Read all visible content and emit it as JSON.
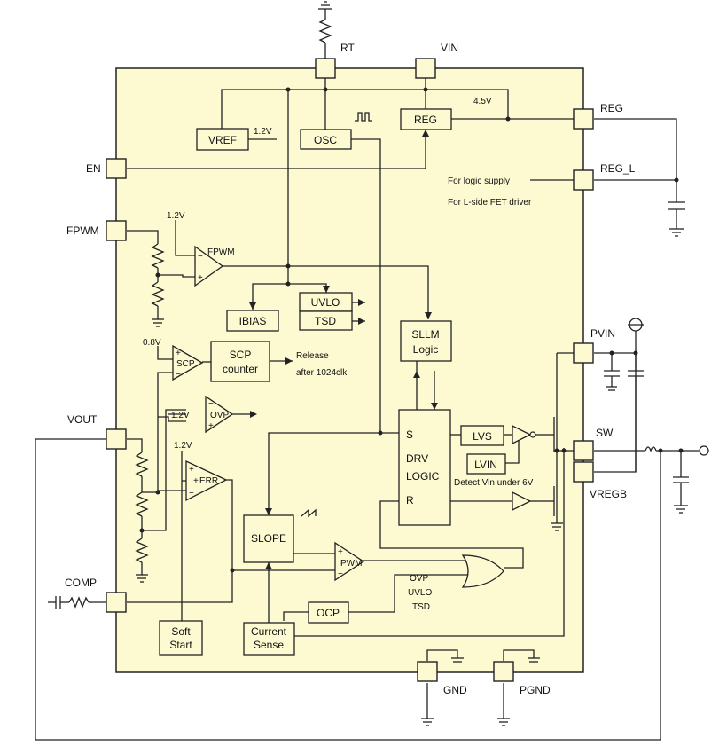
{
  "pins": {
    "rt": "RT",
    "vin": "VIN",
    "reg": "REG",
    "reg_l": "REG_L",
    "en": "EN",
    "fpwm": "FPWM",
    "pvin": "PVIN",
    "vout": "VOUT",
    "sw": "SW",
    "vregb": "VREGB",
    "comp": "COMP",
    "gnd": "GND",
    "pgnd": "PGND"
  },
  "blocks": {
    "vref": "VREF",
    "osc": "OSC",
    "reg": "REG",
    "ibias": "IBIAS",
    "uvlo": "UVLO",
    "tsd": "TSD",
    "sllm_1": "SLLM",
    "sllm_2": "Logic",
    "scp_counter_1": "SCP",
    "scp_counter_2": "counter",
    "drv_s": "S",
    "drv_1": "DRV",
    "drv_2": "LOGIC",
    "drv_r": "R",
    "lvs": "LVS",
    "lvin": "LVIN",
    "slope": "SLOPE",
    "ocp": "OCP",
    "soft_start_1": "Soft",
    "soft_start_2": "Start",
    "current_sense_1": "Current",
    "current_sense_2": "Sense"
  },
  "amps": {
    "fpwm": "FPWM",
    "scp": "SCP",
    "ovp": "OVP",
    "err": "ERR",
    "pwm": "PWM"
  },
  "labels": {
    "v12_vref": "1.2V",
    "v45": "4.5V",
    "v12_fpwm": "1.2V",
    "v08": "0.8V",
    "v12_ovp": "1.2V",
    "v12_err": "1.2V",
    "for_logic": "For logic supply",
    "for_lside": "For L-side FET driver",
    "release_1": "Release",
    "release_2": "after  1024clk",
    "detect_vin": "Detect Vin under 6V",
    "or_ovp": "OVP",
    "or_uvlo": "UVLO",
    "or_tsd": "TSD"
  }
}
